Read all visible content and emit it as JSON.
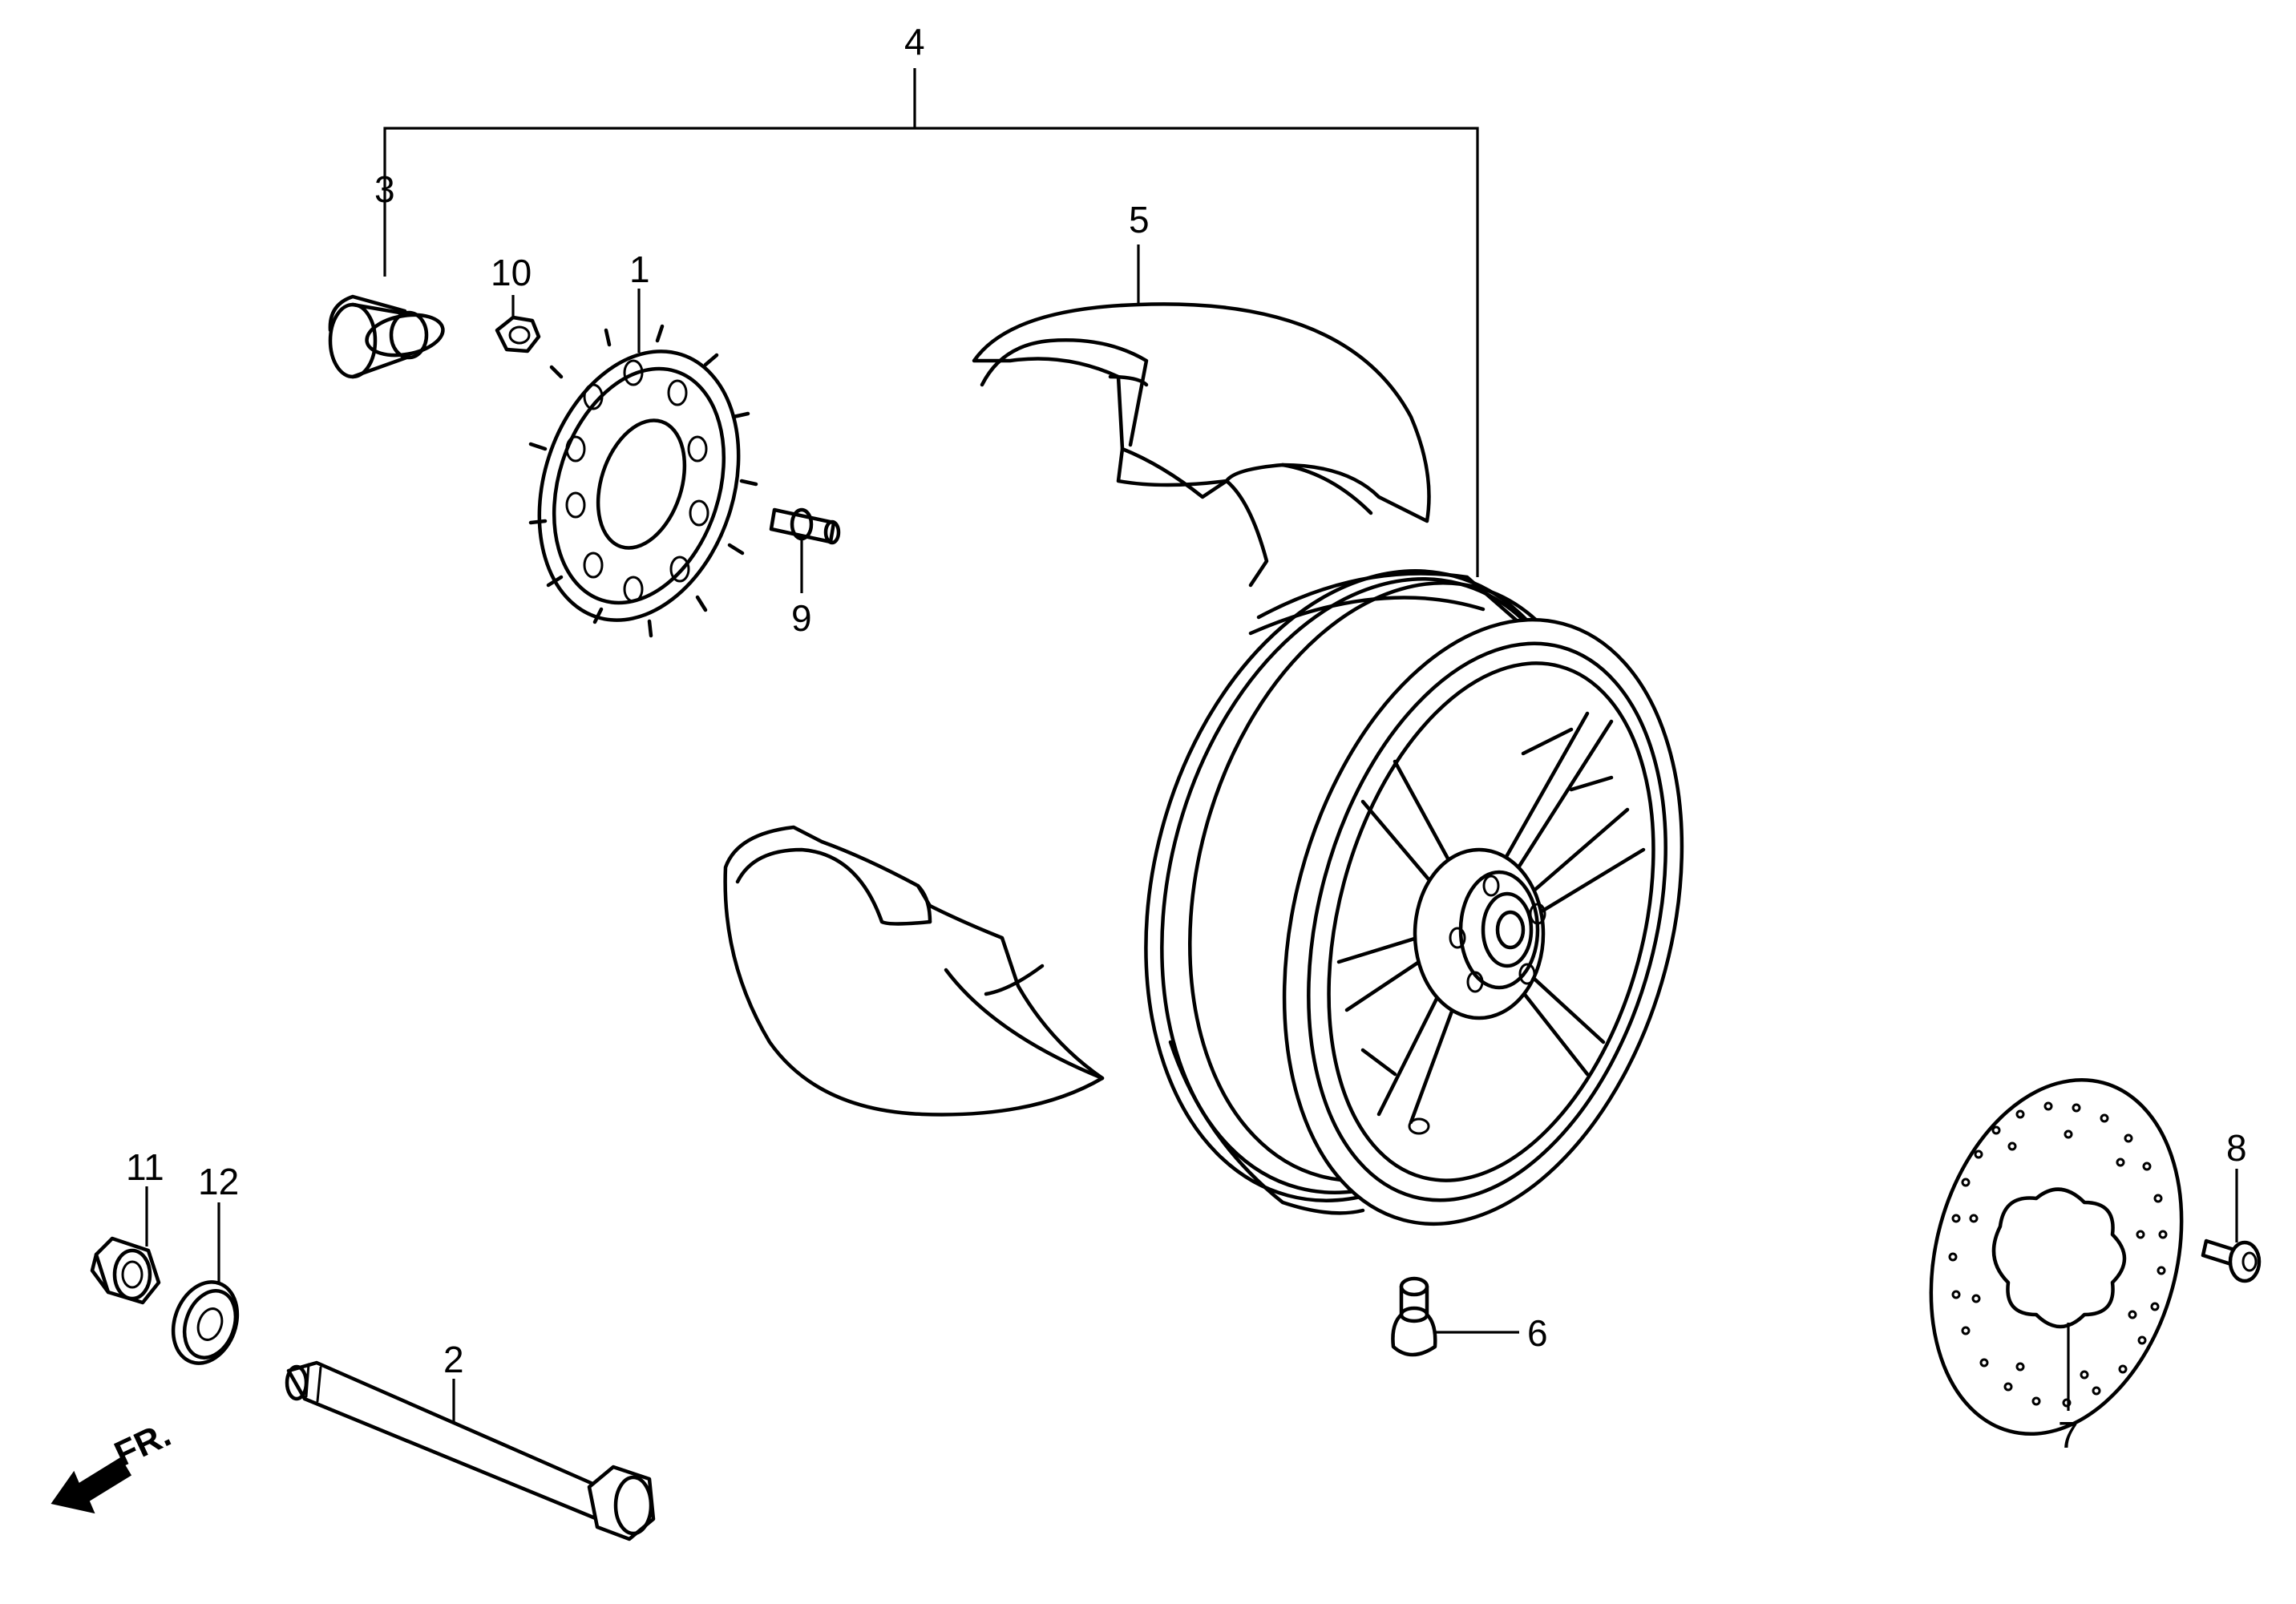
{
  "callouts": {
    "c1": "1",
    "c2": "2",
    "c3": "3",
    "c4": "4",
    "c5": "5",
    "c6": "6",
    "c7": "7",
    "c8": "8",
    "c9": "9",
    "c10": "10",
    "c11": "11",
    "c12": "12"
  },
  "direction": {
    "label": "FR.",
    "icon": "arrow-left-down-icon"
  }
}
